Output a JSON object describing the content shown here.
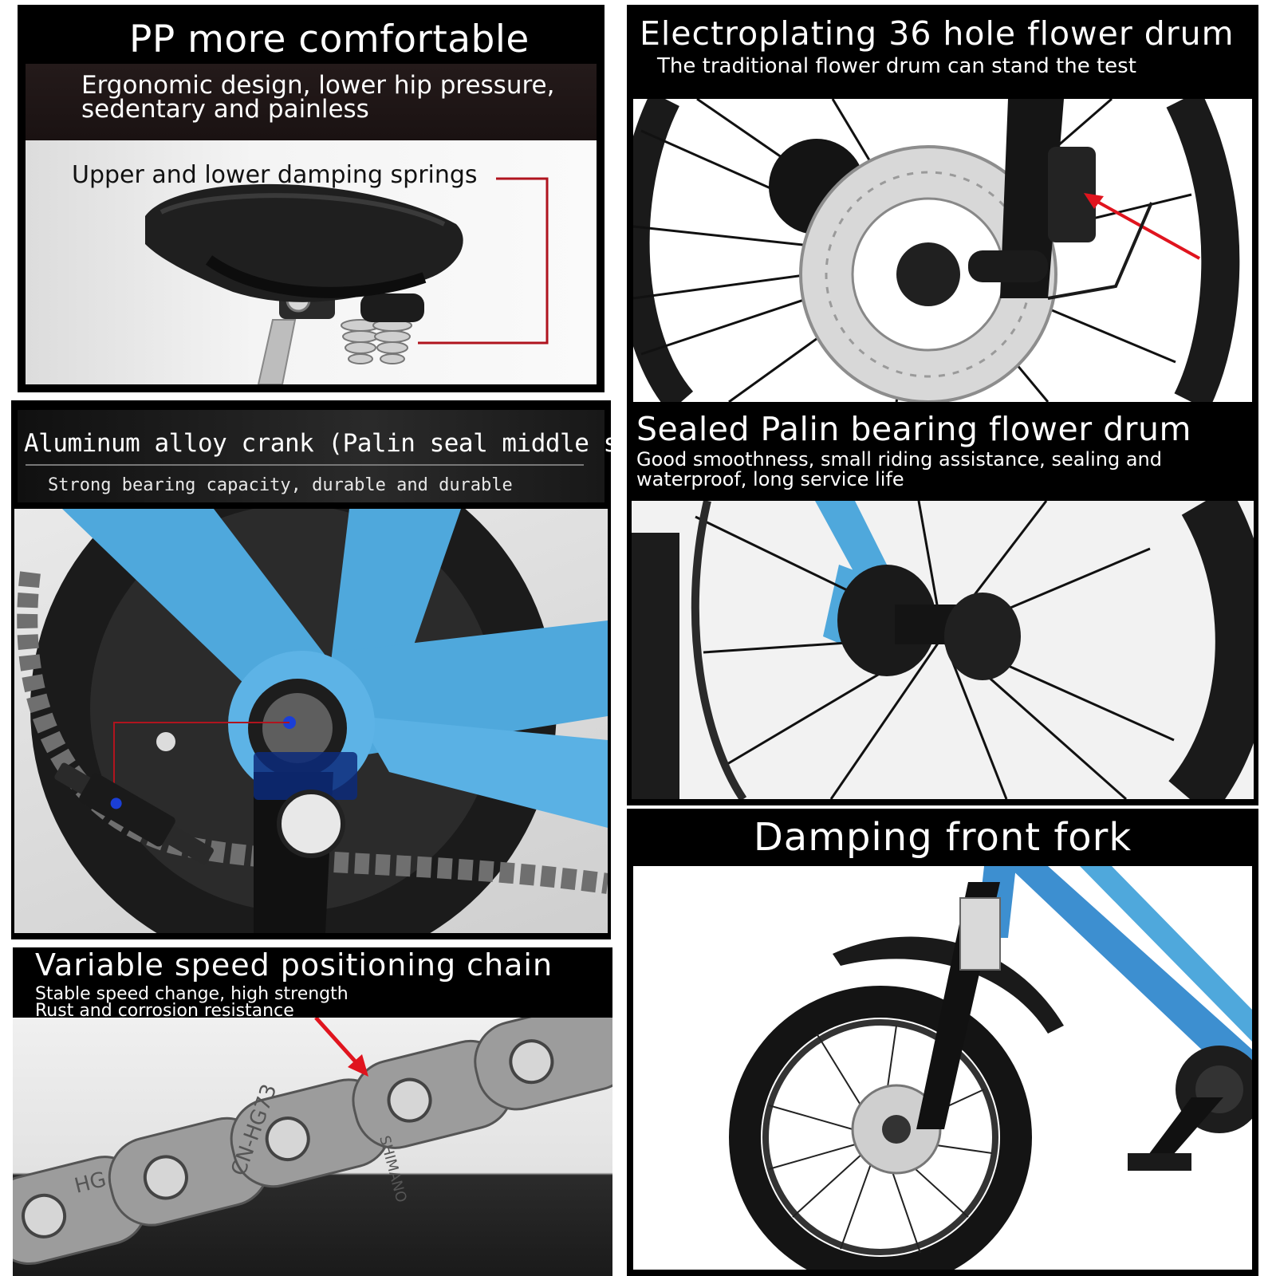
{
  "colors": {
    "header_bg": "#000000",
    "header_text": "#ffffff",
    "frame_blue": "#4fa8dc",
    "callout_red": "#b0141e",
    "arrow_red": "#e0141e"
  },
  "panels": {
    "saddle": {
      "title": "PP more comfortable",
      "subtitle": "Ergonomic design, lower hip pressure, sedentary and painless",
      "callout": "Upper and lower damping springs"
    },
    "disc_brake": {
      "title": "Electroplating 36 hole flower drum",
      "subtitle": "The traditional flower drum can stand the test"
    },
    "crank": {
      "title": "Aluminum alloy crank (Palin seal middle shaft)",
      "subtitle": "Strong bearing capacity, durable and durable"
    },
    "rear_hub": {
      "title": "Sealed Palin bearing flower drum",
      "subtitle": "Good smoothness, small riding assistance, sealing and waterproof, long service life"
    },
    "chain": {
      "title": "Variable speed positioning chain",
      "subtitle_line1": "Stable speed change, high strength",
      "subtitle_line2": "Rust and corrosion resistance",
      "link_markings": [
        "HG",
        "CN-HG73",
        "SHIMANO"
      ]
    },
    "front_fork": {
      "title": "Damping front fork"
    }
  }
}
